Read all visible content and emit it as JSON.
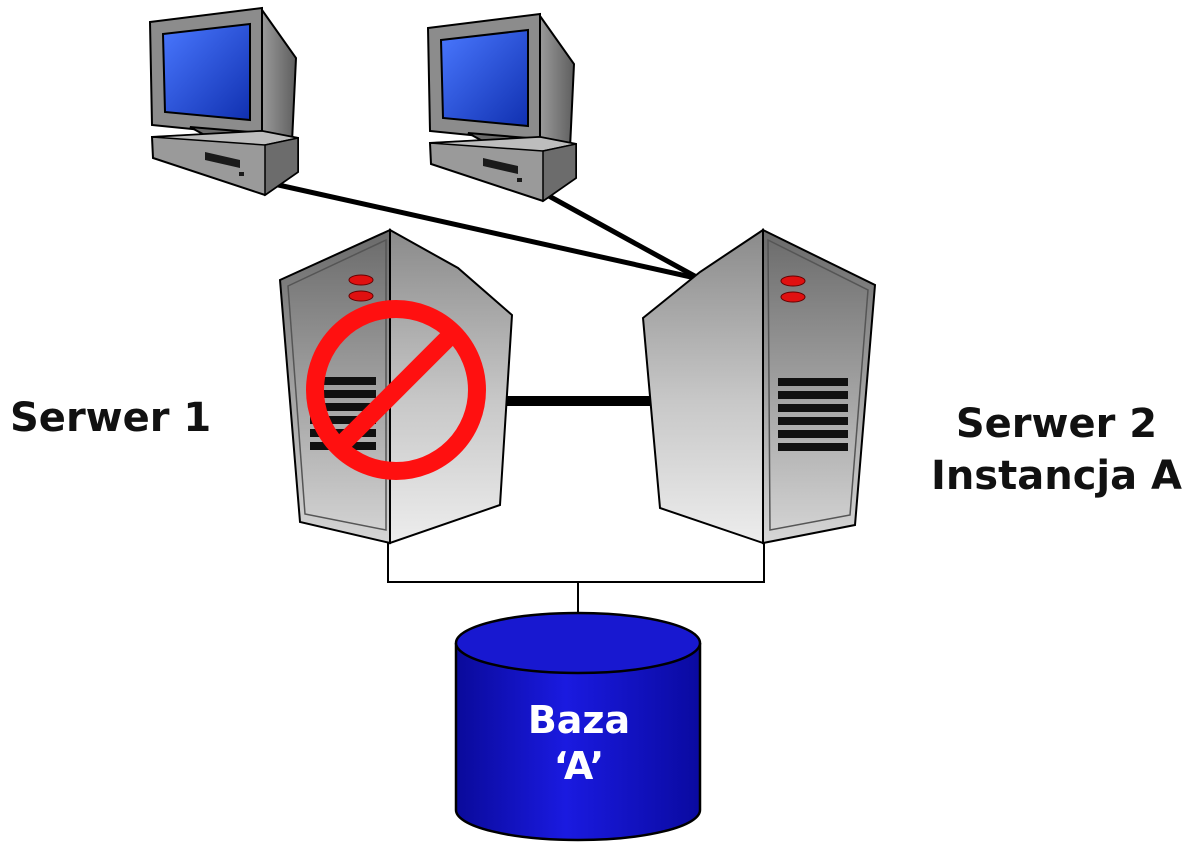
{
  "diagram": {
    "server1": {
      "label": "Serwer 1",
      "status_icon": "prohibited-icon"
    },
    "server2": {
      "label_line1": "Serwer 2",
      "label_line2": "Instancja A"
    },
    "database": {
      "label_line1": "Baza",
      "label_line2": "‘A’"
    },
    "workstations": [
      {
        "icon": "desktop-computer-icon"
      },
      {
        "icon": "desktop-computer-icon"
      }
    ],
    "colors": {
      "database_fill": "#1414c8",
      "prohibited_red": "#ff1010",
      "monitor_screen": "#2850e0",
      "connector": "#000000",
      "label_text": "#111111"
    }
  }
}
